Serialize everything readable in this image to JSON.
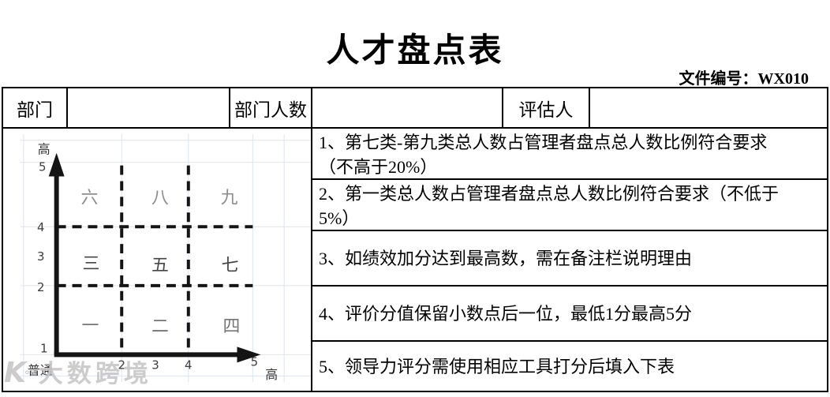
{
  "title": "人才盘点表",
  "doc_number": "文件编号：WX010",
  "header": {
    "department_label": "部门",
    "department_value": "",
    "headcount_label": "部门人数",
    "headcount_value": "",
    "assessor_label": "评估人",
    "assessor_value": ""
  },
  "notes": [
    {
      "lines": [
        "1、第七类-第九类总人数占管理者盘点总人数比例符合要求",
        "（不高于20%）"
      ]
    },
    {
      "lines": [
        "2、第一类总人数占管理者盘点总人数比例符合要求（不低于",
        "5%）"
      ]
    },
    {
      "lines": [
        "3、如绩效加分达到最高数，需在备注栏说明理由"
      ]
    },
    {
      "lines": [
        "4、评价分值保留小数点后一位，最低1分最高5分"
      ]
    },
    {
      "lines": [
        "5、领导力评分需使用相应工具打分后填入下表"
      ]
    }
  ],
  "chart_data": {
    "type": "nine_box_grid",
    "y_axis": {
      "top_label": "高",
      "ticks": [
        "5",
        "4",
        "3",
        "2",
        "1"
      ],
      "bottom_label": "普通",
      "range": [
        1,
        5
      ]
    },
    "x_axis": {
      "ticks": [
        "2",
        "3",
        "4",
        "5"
      ],
      "end_label": "高",
      "range": [
        1,
        5
      ]
    },
    "band_dividers": {
      "x": [
        2,
        4
      ],
      "y": [
        2,
        4
      ],
      "style": "dashed"
    },
    "boxes": {
      "rows": [
        [
          "六",
          "八",
          "九"
        ],
        [
          "三",
          "五",
          "七"
        ],
        [
          "一",
          "二",
          "四"
        ]
      ]
    },
    "colors": {
      "axis": "#141414",
      "dashed_divider": "#141414",
      "faint_gridline": "#dce4ef",
      "box_label_top_row": "#8d8d8d",
      "box_label_mid_row": "#454545",
      "box_label_bottom_row": "#757575"
    },
    "legend": "off",
    "grid": "faint spreadsheet gridlines behind chart"
  },
  "watermark": {
    "logo": "K",
    "logo_sup": "°°",
    "text": "大数跨境"
  }
}
